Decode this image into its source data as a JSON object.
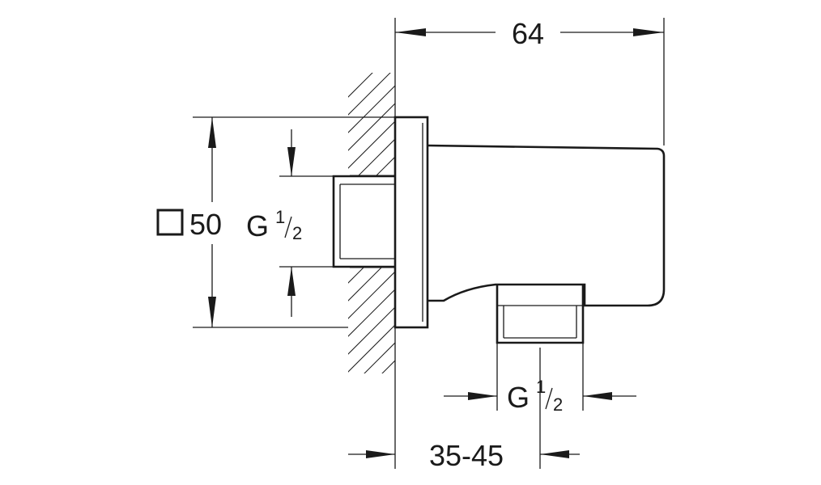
{
  "dimensions": {
    "width_overall": "64",
    "square_size": "50",
    "thread_inlet_main": "G",
    "thread_inlet_num": "1",
    "thread_inlet_den": "2",
    "thread_outlet_main": "G",
    "thread_outlet_num": "1",
    "thread_outlet_den": "2",
    "wall_offset": "35-45"
  }
}
